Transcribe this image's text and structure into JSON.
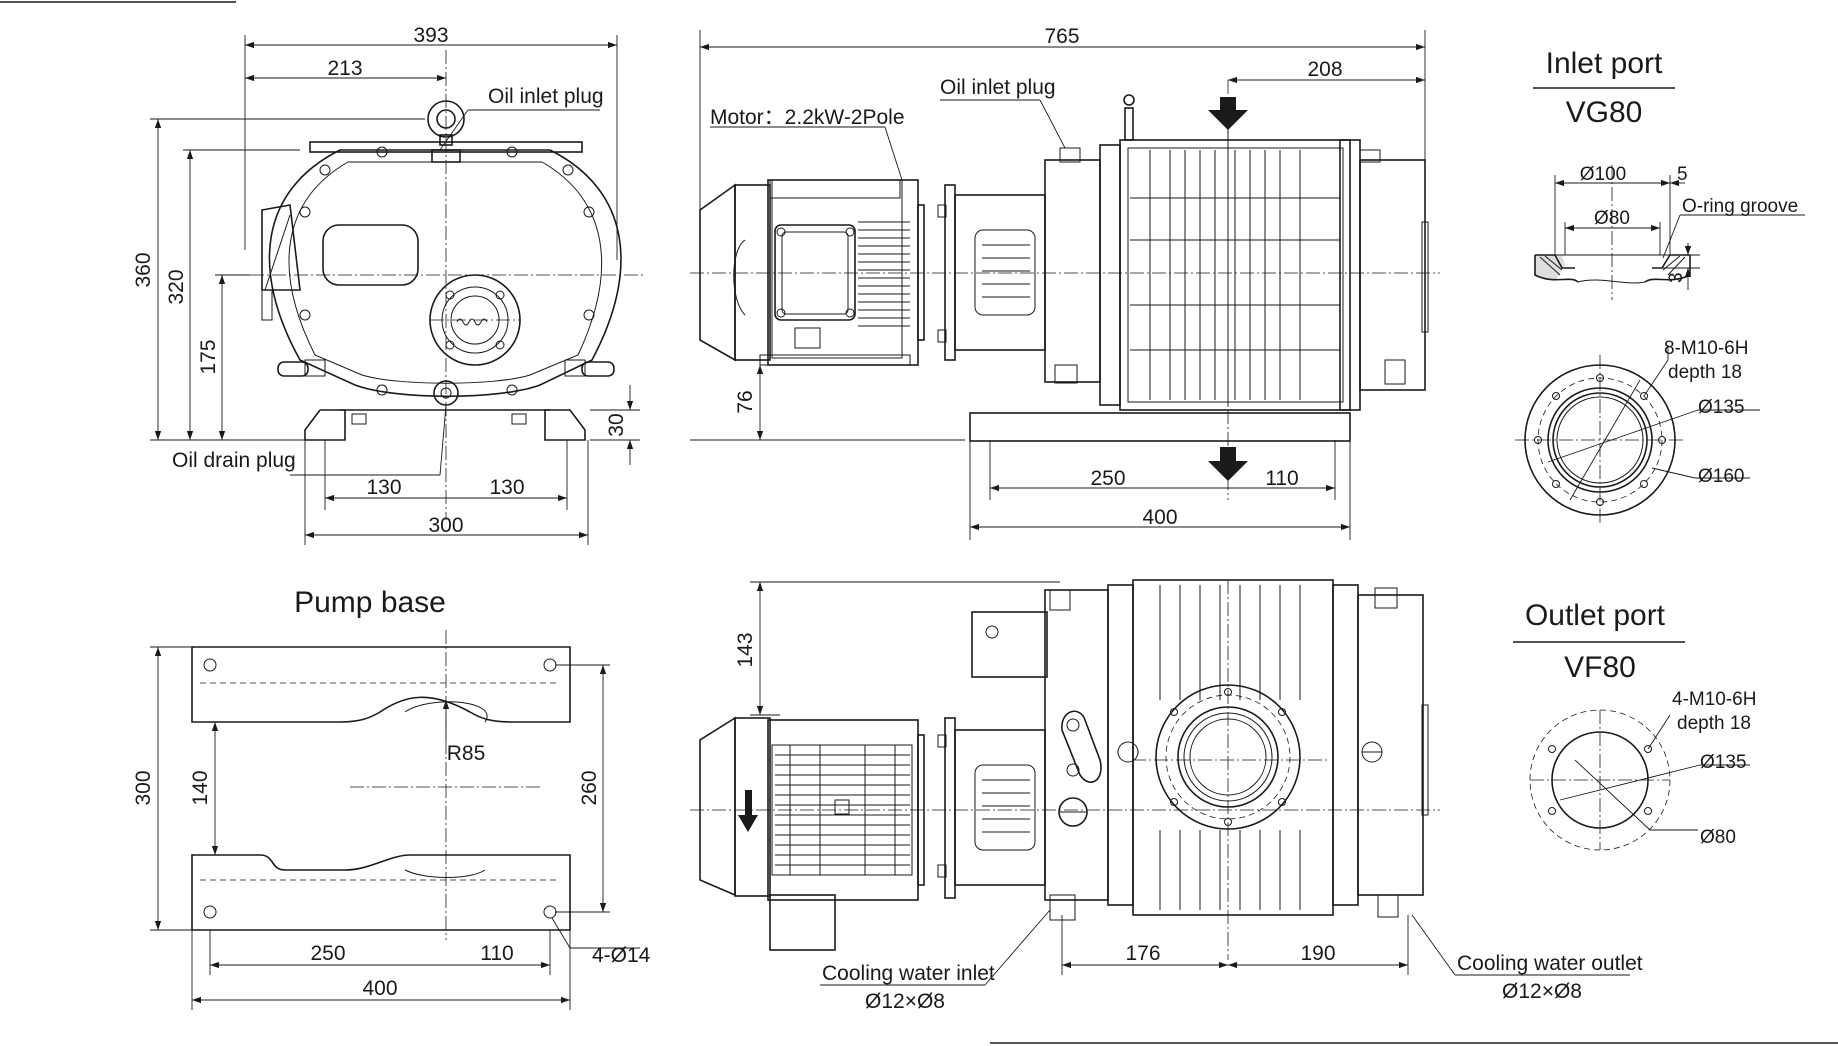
{
  "front_view": {
    "dims": {
      "overall_width": "393",
      "inlet_offset": "213",
      "height_total": "360",
      "height_flange": "320",
      "center_height": "175",
      "base_height": "30",
      "foot_left": "130",
      "foot_right": "130",
      "base_width": "300"
    },
    "labels": {
      "oil_inlet_plug": "Oil inlet plug",
      "oil_drain_plug": "Oil drain plug"
    }
  },
  "side_view": {
    "dims": {
      "overall_length": "765",
      "inlet_to_end": "208",
      "shaft_height": "76",
      "hole_left": "250",
      "hole_right": "110",
      "base_length": "400"
    },
    "labels": {
      "motor": "Motor：2.2kW-2Pole",
      "oil_inlet_plug": "Oil inlet plug"
    }
  },
  "inlet_port": {
    "title": "Inlet port",
    "standard": "VG80",
    "dims": {
      "d100": "Ø100",
      "d80": "Ø80",
      "groove_w": "5",
      "groove_d": "3",
      "bolt": "8-M10-6H",
      "depth": "depth 18",
      "pcd": "Ø135",
      "od": "Ø160"
    },
    "labels": {
      "oring": "O-ring groove"
    }
  },
  "pump_base": {
    "title": "Pump base",
    "dims": {
      "depth": "300",
      "inner": "140",
      "hole_span": "260",
      "radius": "R85",
      "hole_left": "250",
      "hole_right": "110",
      "length": "400",
      "holes": "4-Ø14"
    }
  },
  "top_view": {
    "dims": {
      "offset": "143",
      "left": "176",
      "right": "190"
    },
    "labels": {
      "water_in": "Cooling water inlet",
      "water_in_size": "Ø12×Ø8",
      "water_out": "Cooling water outlet",
      "water_out_size": "Ø12×Ø8"
    }
  },
  "outlet_port": {
    "title": "Outlet port",
    "standard": "VF80",
    "dims": {
      "bolt": "4-M10-6H",
      "depth": "depth 18",
      "pcd": "Ø135",
      "bore": "Ø80"
    }
  }
}
